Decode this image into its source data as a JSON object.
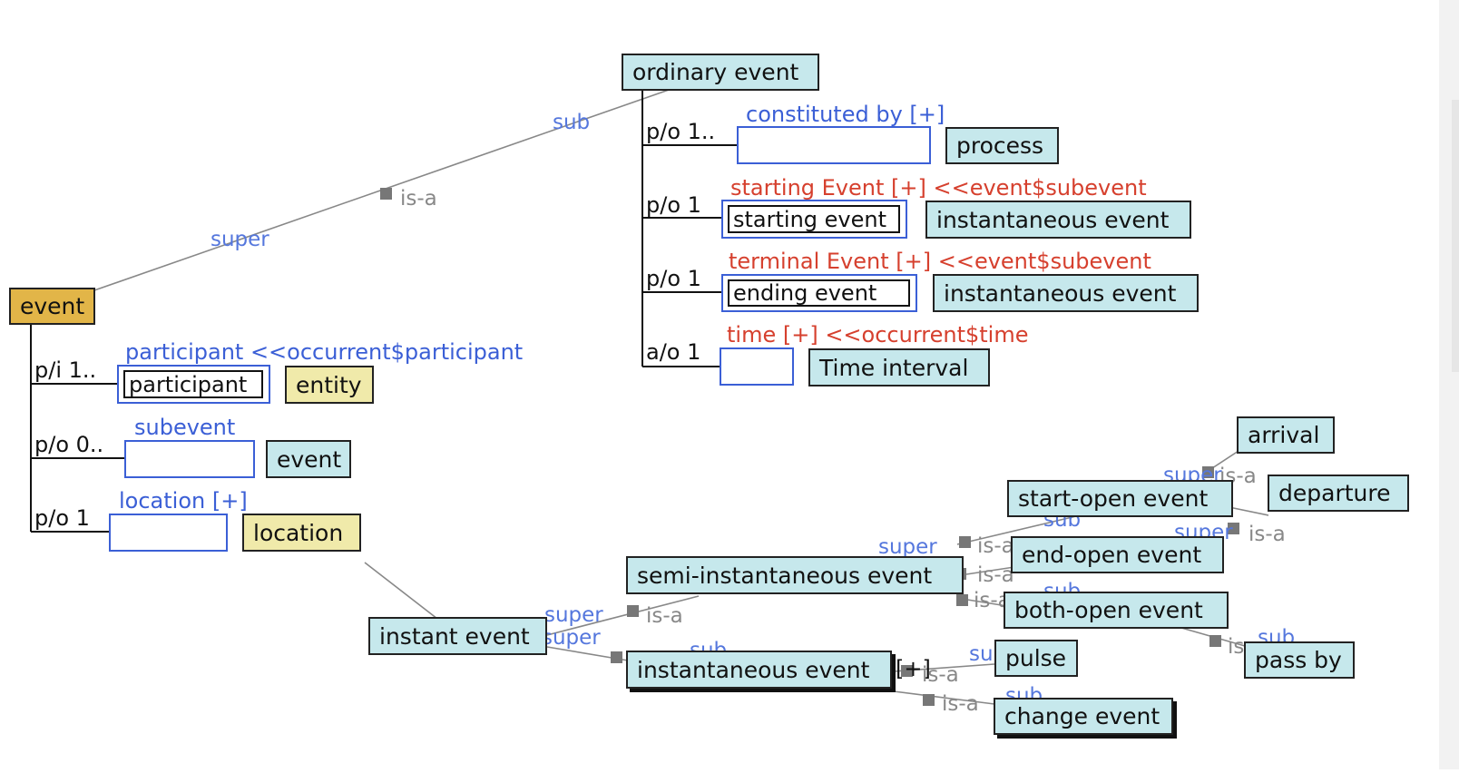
{
  "nodes": {
    "event_root": "event",
    "ordinary_event": "ordinary event",
    "process": "process",
    "instantaneous_event_1": "instantaneous event",
    "instantaneous_event_2": "instantaneous event",
    "time_interval": "Time interval",
    "entity": "entity",
    "event_sub": "event",
    "location": "location",
    "instant_event": "instant event",
    "semi_instantaneous_event": "semi-instantaneous event",
    "instantaneous_event_3": "instantaneous event",
    "start_open_event": "start-open event",
    "end_open_event": "end-open event",
    "both_open_event": "both-open event",
    "arrival": "arrival",
    "departure": "departure",
    "pass_by": "pass by",
    "pulse": "pulse",
    "change_event": "change event"
  },
  "slots": {
    "starting_event": "starting event",
    "ending_event": "ending event",
    "participant": "participant"
  },
  "properties": {
    "constituted_by": "constituted by  [+]",
    "starting_event": "starting Event  [+] <<event$subevent",
    "terminal_event": "terminal Event  [+] <<event$subevent",
    "time": "time  [+] <<occurrent$time",
    "participant": "participant <<occurrent$participant",
    "subevent": "subevent",
    "location": "location  [+]"
  },
  "cardinalities": {
    "po_1_dots": "p/o 1..",
    "po_1_a": "p/o 1",
    "po_1_b": "p/o 1",
    "ao_1": "a/o 1",
    "pi_1_dots": "p/i 1..",
    "po_0_dots": "p/o 0..",
    "po_1_c": "p/o 1"
  },
  "edge_labels": {
    "sub": "sub",
    "super": "super",
    "is_a": "is-a",
    "expand": "[+]"
  }
}
